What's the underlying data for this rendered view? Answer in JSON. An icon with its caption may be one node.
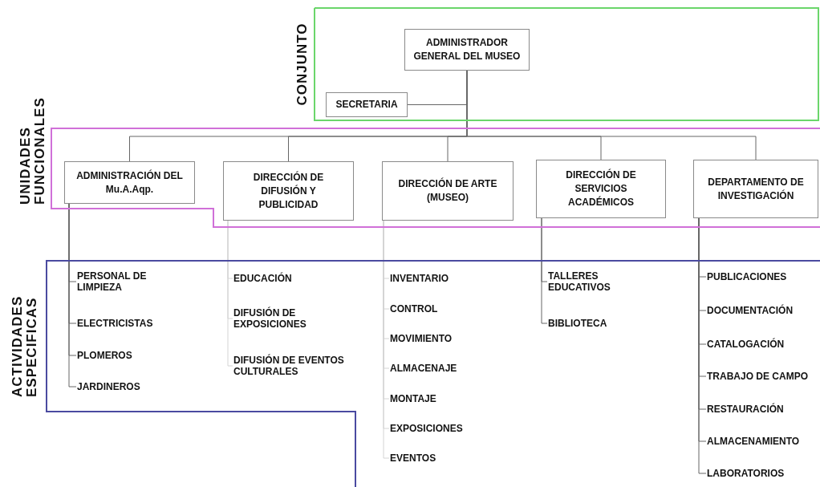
{
  "diagram": {
    "nodes": [
      {
        "text": [
          "CONJUNTO"
        ]
      },
      {
        "text": [
          "ADMINISTRADOR GENERAL DEL MUSEO"
        ],
        "in": 0
      },
      {
        "text": [
          "SECRETARIA"
        ],
        "in": 0
      },
      {
        "text": [
          "UNIDADES FUNCIONALES"
        ]
      },
      {
        "text": [
          "ADMINISTRACIÓN DEL Mu.A.Aqp."
        ],
        "in": 3
      },
      {
        "text": [
          "DIRECCIÓN DE DIFUSIÓN Y PUBLICIDAD"
        ],
        "in": 3
      },
      {
        "text": [
          "DIRECCIÓN DE ARTE (MUSEO)"
        ],
        "in": 3
      },
      {
        "text": [
          "DIRECCIÓN DE SERVICIOS ACADÉMICOS"
        ],
        "in": 3
      },
      {
        "text": [
          "DEPARTAMENTO DE INVESTIGACIÓN"
        ],
        "in": 3
      },
      {
        "text": [
          "ACTIVIDADES ESPECIFICAS"
        ]
      },
      {
        "text": [
          "PERSONAL DE LIMPIEZA"
        ],
        "in": 9
      },
      {
        "text": [
          "ELECTRICISTAS"
        ],
        "in": 9
      },
      {
        "text": [
          "PLOMEROS"
        ],
        "in": 9
      },
      {
        "text": [
          "JARDINEROS"
        ],
        "in": 9
      },
      {
        "text": [
          "EDUCACIÓN"
        ],
        "in": 9
      },
      {
        "text": [
          "DIFUSIÓN DE EXPOSICIONES"
        ],
        "in": 9
      },
      {
        "text": [
          "DIFUSIÓN DE EVENTOS CULTURALES"
        ],
        "in": 9
      },
      {
        "text": [
          "INVENTARIO"
        ],
        "in": 9
      },
      {
        "text": [
          "CONTROL"
        ],
        "in": 9
      },
      {
        "text": [
          "MOVIMIENTO"
        ],
        "in": 9
      },
      {
        "text": [
          "ALMACENAJE"
        ],
        "in": 9
      },
      {
        "text": [
          "MONTAJE"
        ],
        "in": 9
      },
      {
        "text": [
          "EXPOSICIONES"
        ],
        "in": 9
      },
      {
        "text": [
          "EVENTOS"
        ],
        "in": 9
      },
      {
        "text": [
          "TALLERES EDUCATIVOS"
        ],
        "in": 9
      },
      {
        "text": [
          "BIBLIOTECA"
        ],
        "in": 9
      },
      {
        "text": [
          "PUBLICACIONES"
        ],
        "in": 9
      },
      {
        "text": [
          "DOCUMENTACIÓN"
        ],
        "in": 9
      },
      {
        "text": [
          "CATALOGACIÓN"
        ],
        "in": 9
      },
      {
        "text": [
          "TRABAJO DE CAMPO"
        ],
        "in": 9
      },
      {
        "text": [
          "RESTAURACIÓN"
        ],
        "in": 9
      },
      {
        "text": [
          "ALMACENAMIENTO"
        ],
        "in": 9
      },
      {
        "text": [
          "LABORATORIOS"
        ],
        "in": 9
      }
    ],
    "edges": [
      {
        "from": 2,
        "to": 1,
        "arrow": "none"
      },
      {
        "from": 1,
        "to": 4,
        "arrow": "none"
      },
      {
        "from": 1,
        "to": 5,
        "arrow": "none"
      },
      {
        "from": 1,
        "to": 6,
        "arrow": "none"
      },
      {
        "from": 1,
        "to": 7,
        "arrow": "none"
      },
      {
        "from": 1,
        "to": 8,
        "arrow": "none"
      },
      {
        "from": 4,
        "to": 10,
        "arrow": "none"
      },
      {
        "from": 4,
        "to": 11,
        "arrow": "none"
      },
      {
        "from": 4,
        "to": 12,
        "arrow": "none"
      },
      {
        "from": 4,
        "to": 13,
        "arrow": "none"
      },
      {
        "from": 5,
        "to": 14,
        "arrow": "none",
        "color": "#d4d4d4"
      },
      {
        "from": 5,
        "to": 15,
        "arrow": "none",
        "color": "#d4d4d4"
      },
      {
        "from": 5,
        "to": 16,
        "arrow": "none",
        "color": "#d4d4d4"
      },
      {
        "from": 6,
        "to": 17,
        "arrow": "none",
        "color": "#d4d4d4"
      },
      {
        "from": 6,
        "to": 18,
        "arrow": "none",
        "color": "#d4d4d4"
      },
      {
        "from": 6,
        "to": 19,
        "arrow": "none",
        "color": "#d4d4d4"
      },
      {
        "from": 6,
        "to": 20,
        "arrow": "none",
        "color": "#d4d4d4"
      },
      {
        "from": 6,
        "to": 21,
        "arrow": "none",
        "color": "#d4d4d4"
      },
      {
        "from": 6,
        "to": 22,
        "arrow": "none",
        "color": "#d4d4d4"
      },
      {
        "from": 6,
        "to": 23,
        "arrow": "none",
        "color": "#d4d4d4"
      },
      {
        "from": 7,
        "to": 24,
        "arrow": "none"
      },
      {
        "from": 7,
        "to": 25,
        "arrow": "none"
      },
      {
        "from": 8,
        "to": 26,
        "arrow": "none"
      },
      {
        "from": 8,
        "to": 27,
        "arrow": "none"
      },
      {
        "from": 8,
        "to": 28,
        "arrow": "none"
      },
      {
        "from": 8,
        "to": 29,
        "arrow": "none"
      },
      {
        "from": 8,
        "to": 30,
        "arrow": "none"
      },
      {
        "from": 8,
        "to": 31,
        "arrow": "none"
      },
      {
        "from": 8,
        "to": 32,
        "arrow": "none"
      }
    ]
  }
}
